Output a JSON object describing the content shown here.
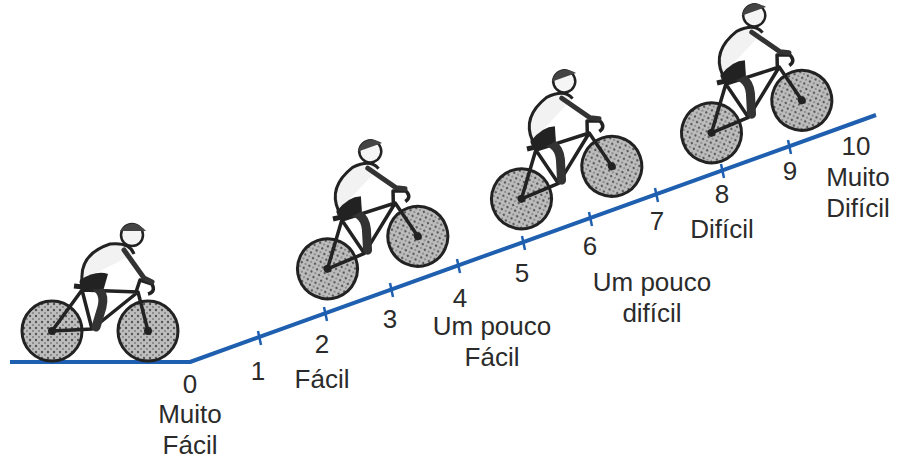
{
  "diagram": {
    "labels": [
      "0",
      "Muito Fácil",
      "1",
      "2",
      "Fácil",
      "3",
      "4",
      "Um pouco Fácil",
      "5",
      "6",
      "Um pouco difícil",
      "7",
      "8",
      "Difícil",
      "9",
      "10",
      "Muito Difícil"
    ]
  }
}
